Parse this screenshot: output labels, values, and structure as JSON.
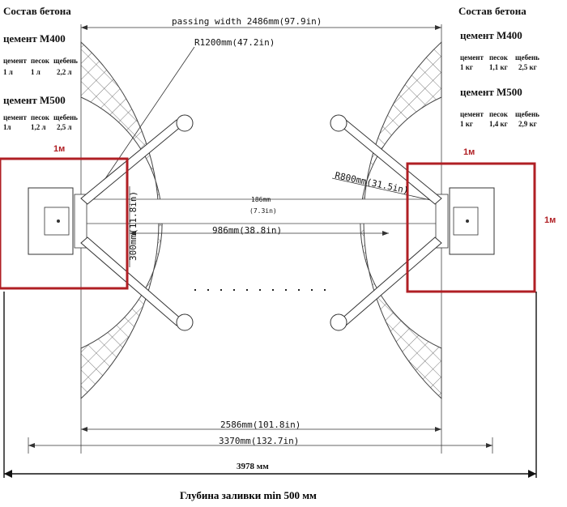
{
  "left_panel": {
    "title": "Состав бетона",
    "m400": {
      "heading": "цемент М400",
      "cols": [
        "цемент",
        "песок",
        "щебень"
      ],
      "vals": [
        "1 л",
        "1 л",
        "2,2 л"
      ]
    },
    "m500": {
      "heading": "цемент М500",
      "cols": [
        "цемент",
        "песок",
        "щебень"
      ],
      "vals": [
        "1л",
        "1,2 л",
        "2,5 л"
      ]
    }
  },
  "right_panel": {
    "title": "Состав бетона",
    "m400": {
      "heading": "цемент М400",
      "cols": [
        "цемент",
        "песок",
        "щебень"
      ],
      "vals": [
        "1 кг",
        "1,1 кг",
        "2,5 кг"
      ]
    },
    "m500": {
      "heading": "цемент М500",
      "cols": [
        "цемент",
        "песок",
        "щебень"
      ],
      "vals": [
        "1 кг",
        "1,4 кг",
        "2,9 кг"
      ]
    }
  },
  "dimensions": {
    "passing_width": "passing width 2486mm(97.9in)",
    "radius_large": "R1200mm(47.2in)",
    "radius_small": "R800mm(31.5in)",
    "gap_top": "186mm",
    "gap_bottom": "(7.3in)",
    "inner_width": "986mm(38.8in)",
    "height_300": "300mm(11.8in)",
    "base_2586": "2586mm(101.8in)",
    "base_3370": "3370mm(132.7in)",
    "total_3978": "3978 мм"
  },
  "zones": {
    "left_top": "1м",
    "right_top": "1м",
    "right_side": "1м"
  },
  "footer": "Глубина заливки min 500 мм",
  "colors": {
    "zone_border": "#b01f24",
    "line": "#333333"
  }
}
